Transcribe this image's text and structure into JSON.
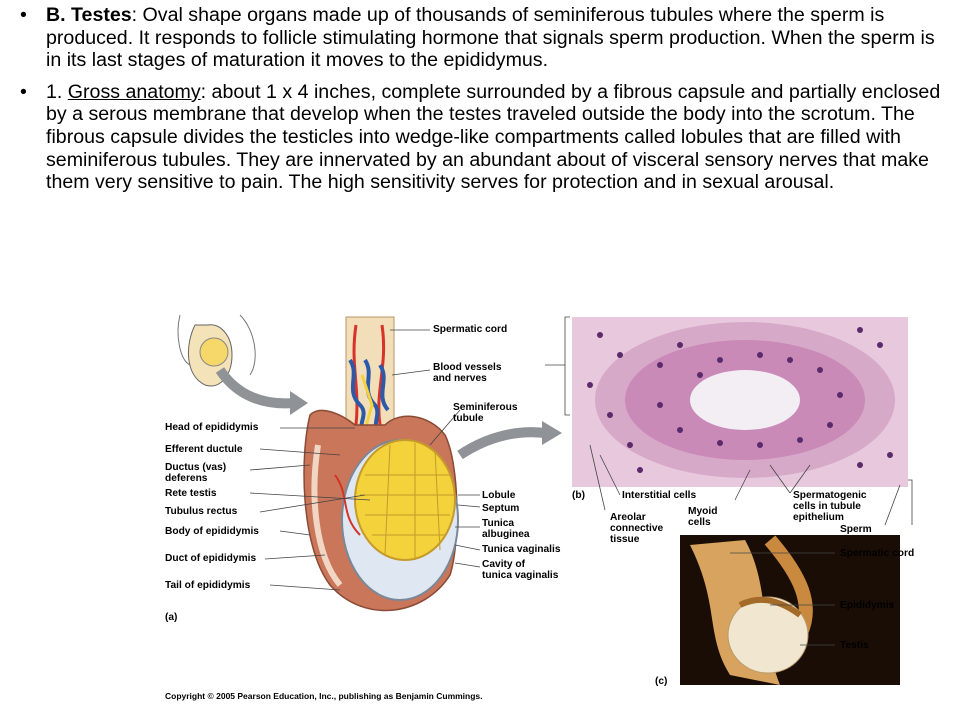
{
  "bullets": [
    {
      "marker": "•",
      "title": "B. Testes",
      "text": ": Oval shape organs made up of thousands of seminiferous tubules where the sperm is produced. It responds to follicle stimulating hormone that signals sperm production. When the sperm is in its last stages of maturation it moves to the epididymus."
    },
    {
      "marker": "•",
      "prefix": "1. ",
      "title": "Gross anatomy",
      "text": ": about 1 x 4 inches, complete surrounded by a fibrous capsule and partially enclosed by a serous membrane that develop when the testes traveled outside the body into the scrotum. The fibrous capsule divides the testicles into wedge-like compartments called lobules that  are filled with seminiferous tubules. They are innervated by an abundant about of visceral sensory nerves that make them very sensitive to pain.  The high sensitivity serves for protection and in sexual arousal."
    }
  ],
  "figure": {
    "panel_a": {
      "tag": "(a)",
      "labels_left": [
        "Head of epididymis",
        "Efferent ductule",
        "Ductus (vas)",
        "deferens",
        "Rete testis",
        "Tubulus rectus",
        "Body of epididymis",
        "Duct of epididymis",
        "Tail of epididymis"
      ],
      "labels_right": [
        "Spermatic cord",
        "Blood vessels",
        "and nerves",
        "Seminiferous",
        "tubule",
        "Lobule",
        "Septum",
        "Tunica",
        "albuginea",
        "Tunica vaginalis",
        "Cavity of",
        "tunica vaginalis"
      ]
    },
    "panel_b": {
      "tag": "(b)",
      "labels": [
        "Interstitial cells",
        "Areolar",
        "connective",
        "tissue",
        "Myoid",
        "cells",
        "Spermatogenic",
        "cells in tubule",
        "epithelium",
        "Sperm"
      ]
    },
    "panel_c": {
      "tag": "(c)",
      "labels": [
        "Spermatic cord",
        "Epididymis",
        "Testis"
      ]
    },
    "copyright": "Copyright © 2005 Pearson Education, Inc., publishing as Benjamin Cummings."
  },
  "colors": {
    "epididymis": "#c9765a",
    "lobule": "#f3d23c",
    "cavity": "#dfe8f2",
    "vein": "#2c5aa8",
    "artery": "#d6332a",
    "histology_bg": "#e8c8dc",
    "photo_bg": "#1a0d05"
  }
}
